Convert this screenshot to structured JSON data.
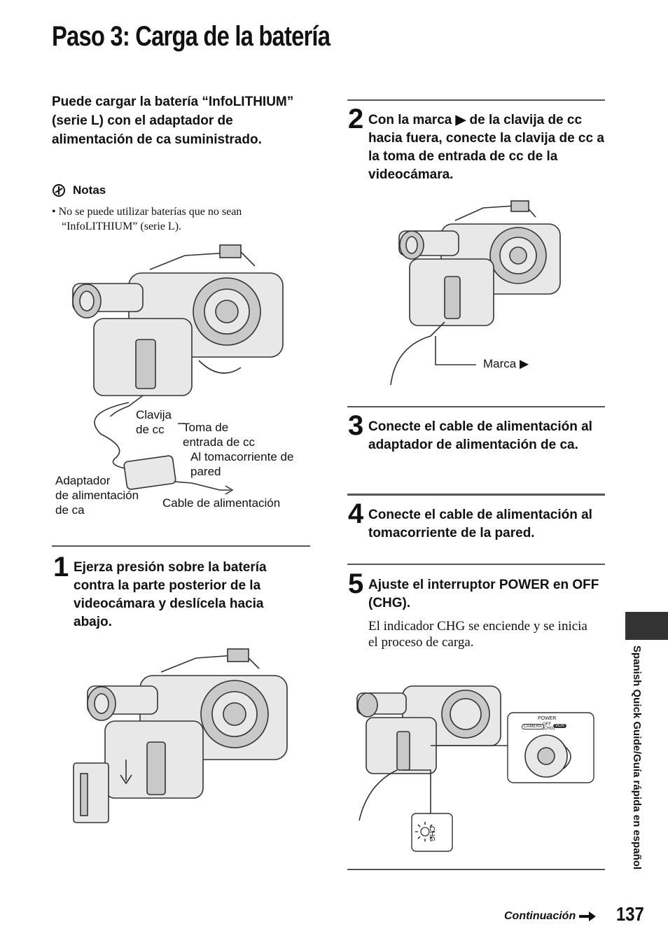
{
  "title": "Paso 3: Carga de la batería",
  "intro": "Puede cargar la batería “InfoLITHIUM” (serie L) con el adaptador de alimentación de ca suministrado.",
  "notes": {
    "heading": "Notas",
    "item": "No se puede utilizar baterías que no sean “InfoLITHIUM” (serie L)."
  },
  "figure1": {
    "clavija_line1": "Clavija",
    "clavija_line2": "de cc",
    "toma_line1": "Toma de",
    "toma_line2": "entrada de cc",
    "tomacorriente_line1": "Al tomacorriente de",
    "tomacorriente_line2": "pared",
    "adaptador_line1": "Adaptador",
    "adaptador_line2": "de alimentación",
    "adaptador_line3": "de ca",
    "cable": "Cable de alimentación"
  },
  "steps": [
    {
      "num": "1",
      "text": "Ejerza presión sobre la batería contra la parte posterior de la videocámara y deslícela hacia abajo."
    },
    {
      "num": "2",
      "text": "Con la marca ▶ de la clavija de cc hacia fuera, conecte la clavija de cc a la toma de entrada de cc de la videocámara."
    },
    {
      "num": "3",
      "text": "Conecte el cable de alimentación al adaptador de alimentación de ca."
    },
    {
      "num": "4",
      "text": "Conecte el cable de alimentación al tomacorriente de la pared."
    },
    {
      "num": "5",
      "text": "Ajuste el interruptor POWER en OFF (CHG).",
      "body": "El indicador CHG se enciende y se inicia el proceso de carga."
    }
  ],
  "figure2": {
    "marca": "Marca ▶"
  },
  "figure5": {
    "power": "POWER",
    "camera": "CAMERA",
    "off": "OFF",
    "chg": "(CHG)",
    "vcr": "VCR",
    "chg_indicator": "CHG"
  },
  "side_text": "Spanish Quick Guide/Guía rápida en español",
  "footer": {
    "continuation": "Continuación",
    "page": "137"
  }
}
